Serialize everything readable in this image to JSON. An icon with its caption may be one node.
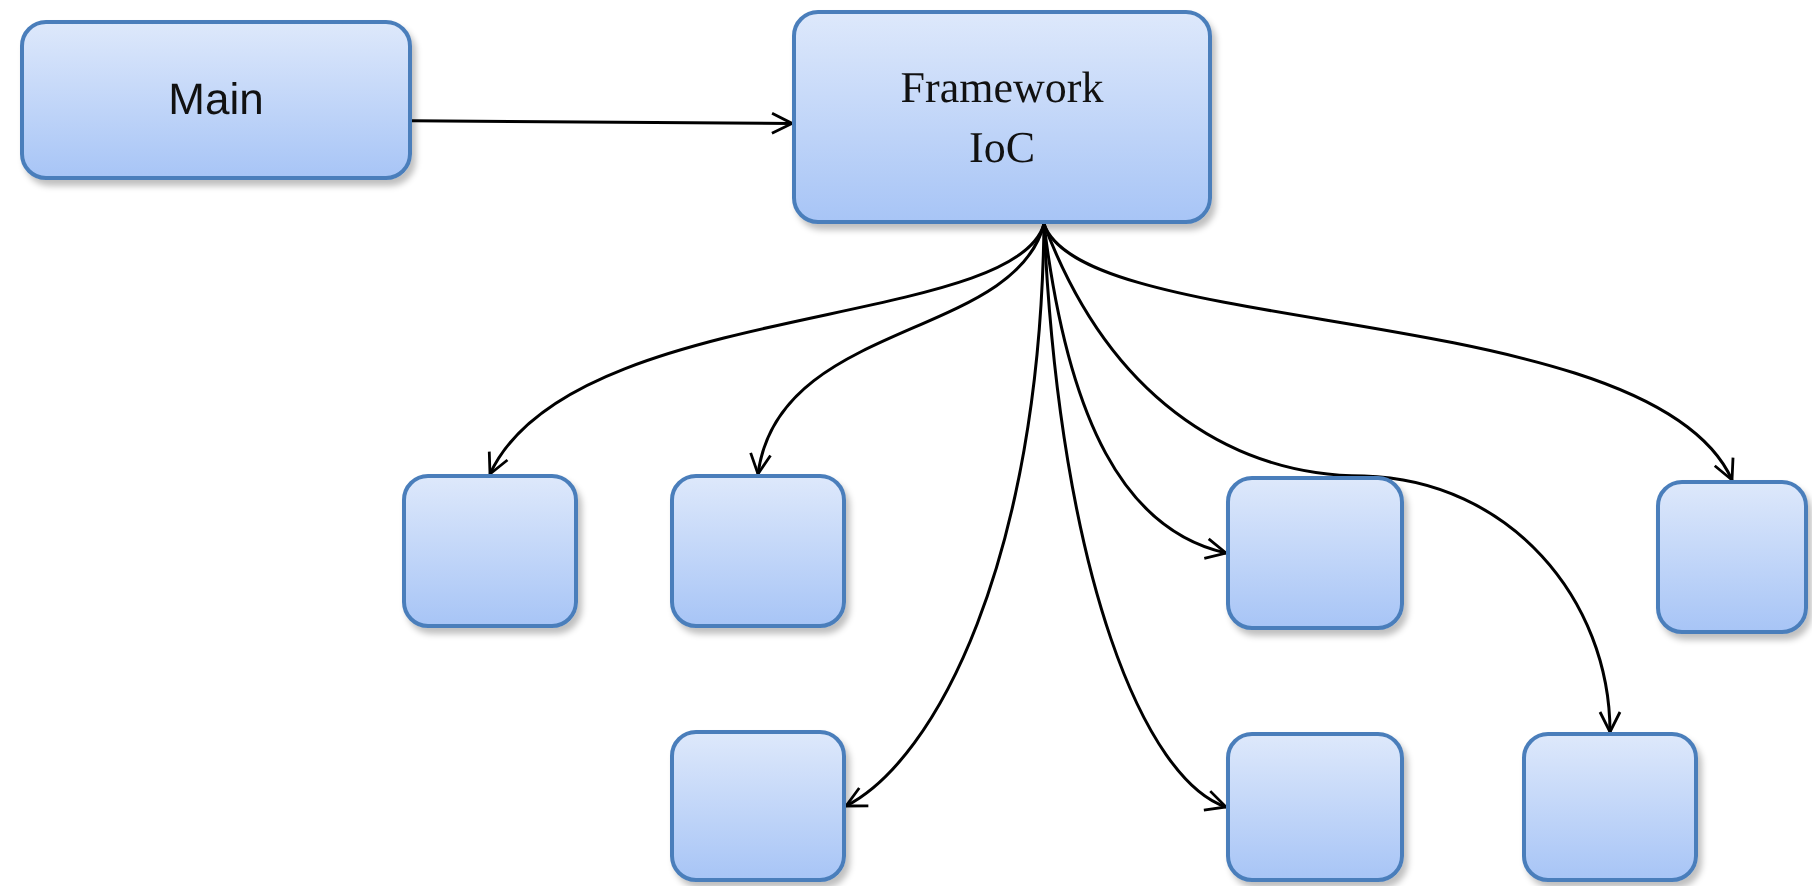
{
  "diagram": {
    "nodes": [
      {
        "text": [
          "Main"
        ]
      },
      {
        "text": [
          "Framework IoC"
        ]
      },
      {
        "text": [],
        "shape": "box"
      },
      {
        "text": [],
        "shape": "box"
      },
      {
        "text": [],
        "shape": "box"
      },
      {
        "text": [],
        "shape": "box"
      },
      {
        "text": [],
        "shape": "box"
      },
      {
        "text": [],
        "shape": "box"
      },
      {
        "text": [],
        "shape": "box"
      }
    ],
    "edges": [
      {
        "from": 0,
        "to": 1,
        "arrow": "to"
      },
      {
        "from": 1,
        "to": 2,
        "arrow": "to"
      },
      {
        "from": 1,
        "to": 3,
        "arrow": "to"
      },
      {
        "from": 1,
        "to": 4,
        "arrow": "to"
      },
      {
        "from": 1,
        "to": 5,
        "arrow": "to"
      },
      {
        "from": 1,
        "to": 6,
        "arrow": "to"
      },
      {
        "from": 1,
        "to": 7,
        "arrow": "to"
      },
      {
        "from": 1,
        "to": 8,
        "arrow": "to"
      }
    ]
  }
}
